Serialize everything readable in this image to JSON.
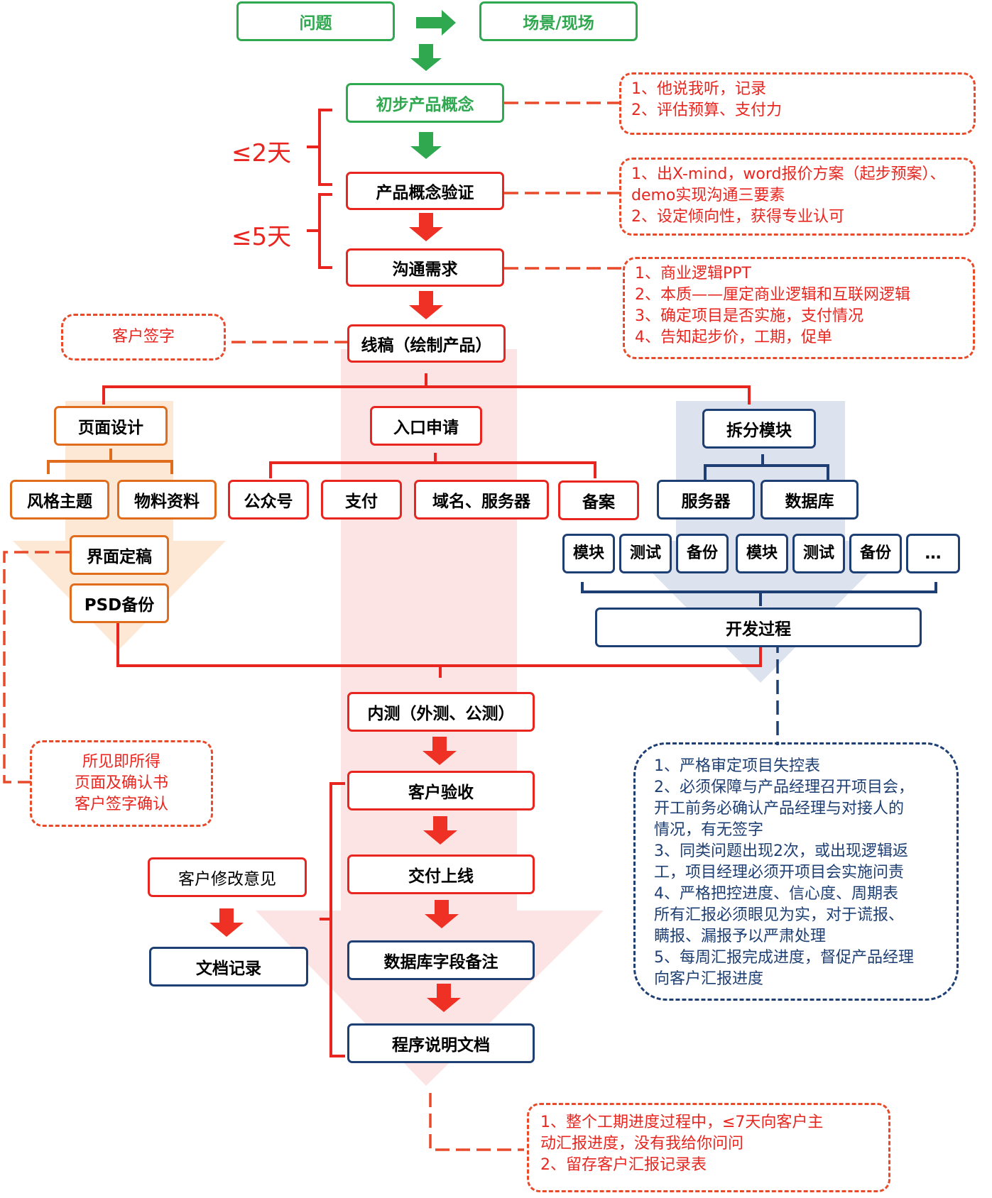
{
  "top": {
    "problem": "问题",
    "scene": "场景/现场"
  },
  "steps": {
    "concept": "初步产品概念",
    "verify": "产品概念验证",
    "communicate": "沟通需求",
    "wireframe": "线稿（绘制产品）",
    "internal_test": "内测（外测、公测）",
    "acceptance": "客户验收",
    "delivery": "交付上线",
    "db_notes": "数据库字段备注",
    "program_doc": "程序说明文档"
  },
  "durations": {
    "d1": "≤2天",
    "d2": "≤5天"
  },
  "notes": {
    "concept": [
      "1、他说我听，记录",
      "2、评估预算、支付力"
    ],
    "verify": [
      "1、出X-mind，word报价方案（起步预案）、",
      "demo实现沟通三要素",
      "2、设定倾向性，获得专业认可"
    ],
    "communicate": [
      "1、商业逻辑PPT",
      "2、本质——厘定商业逻辑和互联网逻辑",
      "3、确定项目是否实施，支付情况",
      "4、告知起步价，工期，促单"
    ],
    "client_sign": "客户签字",
    "wysiwyg": [
      "所见即所得",
      "页面及确认书",
      "客户签字确认"
    ],
    "dev": [
      "1、严格审定项目失控表",
      "2、必须保障与产品经理召开项目会，",
      "开工前务必确认产品经理与对接人的",
      "情况，有无签字",
      "3、同类问题出现2次，或出现逻辑返",
      "工，项目经理必须开项目会实施问责",
      "4、严格把控进度、信心度、周期表",
      "所有汇报必须眼见为实，对于谎报、",
      "瞒报、漏报予以严肃处理",
      "5、每周汇报完成进度，督促产品经理",
      "向客户汇报进度"
    ],
    "schedule": [
      "1、整个工期进度过程中，≤7天向客户主",
      "动汇报进度，没有我给你问问",
      "2、留存客户汇报记录表"
    ]
  },
  "design": {
    "title": "页面设计",
    "style": "风格主题",
    "material": "物料资料",
    "ui_final": "界面定稿",
    "psd": "PSD备份"
  },
  "entry": {
    "title": "入口申请",
    "items": [
      "公众号",
      "支付",
      "域名、服务器",
      "备案"
    ]
  },
  "modules": {
    "title": "拆分模块",
    "server": "服务器",
    "database": "数据库",
    "cells": [
      "模块",
      "测试",
      "备份",
      "模块",
      "测试",
      "备份",
      "…"
    ],
    "dev_process": "开发过程"
  },
  "feedback": {
    "client_changes": "客户修改意见",
    "doc_record": "文档记录"
  },
  "colors": {
    "green": "#2fa84f",
    "red": "#e8261f",
    "orange": "#e06d1e",
    "navy": "#1e3f73"
  }
}
